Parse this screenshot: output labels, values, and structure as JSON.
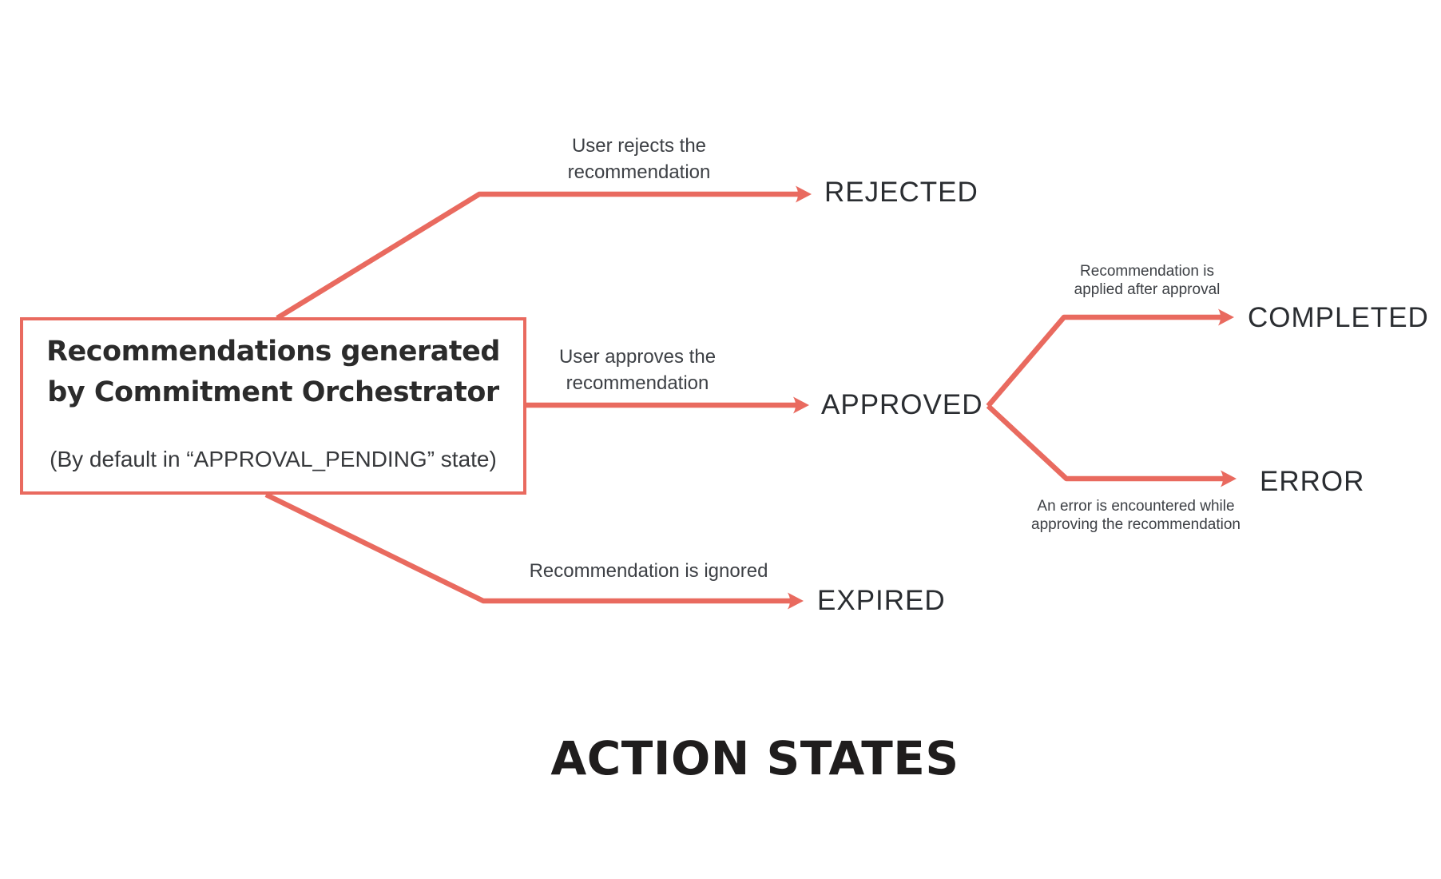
{
  "title": "ACTION STATES",
  "colors": {
    "accent": "#E96A5F",
    "state_text": "#2A2D31",
    "label_text": "#3D4045",
    "title_text": "#1F1D1D"
  },
  "source_node": {
    "heading_line1": "Recommendations generated",
    "heading_line2": "by Commitment Orchestrator",
    "subheading": "(By default in “APPROVAL_PENDING” state)"
  },
  "states": [
    {
      "id": "rejected",
      "label": "REJECTED"
    },
    {
      "id": "approved",
      "label": "APPROVED"
    },
    {
      "id": "completed",
      "label": "COMPLETED"
    },
    {
      "id": "error",
      "label": "ERROR"
    },
    {
      "id": "expired",
      "label": "EXPIRED"
    }
  ],
  "edge_labels": {
    "rejected": {
      "line1": "User rejects the",
      "line2": "recommendation"
    },
    "approved": {
      "line1": "User approves the",
      "line2": "recommendation"
    },
    "completed": {
      "line1": "Recommendation is",
      "line2": "applied after approval"
    },
    "error": {
      "line1": "An error is encountered while",
      "line2": "approving the recommendation"
    },
    "expired": {
      "line1": "Recommendation is ignored"
    }
  }
}
